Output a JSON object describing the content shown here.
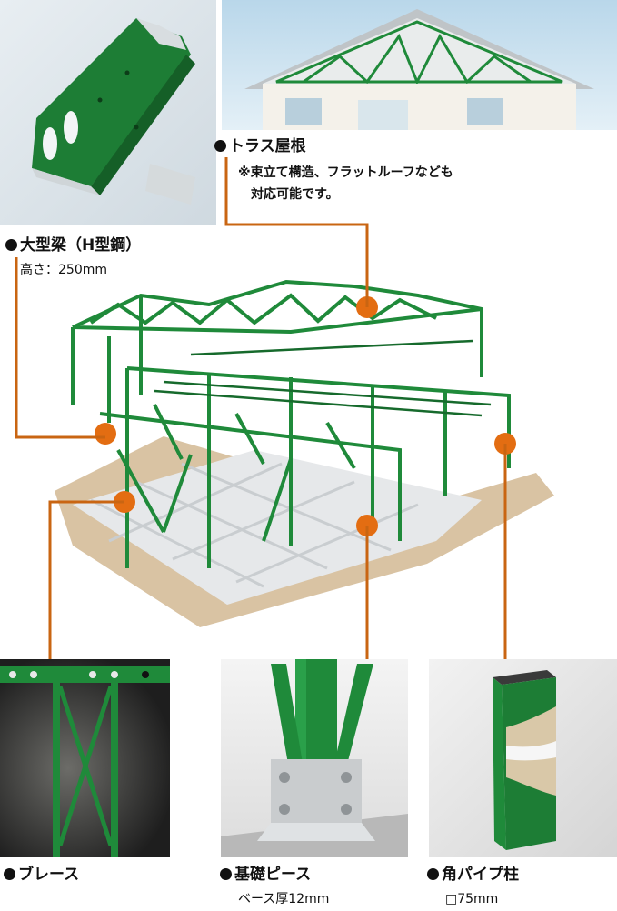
{
  "truss_roof": {
    "title": "トラス屋根",
    "note_line1": "※束立て構造、フラットルーフなども",
    "note_line2": "対応可能です。"
  },
  "beam": {
    "title": "大型梁（H型鋼）",
    "spec": "高さ：250mm"
  },
  "brace": {
    "title": "ブレース"
  },
  "foundation_piece": {
    "title": "基礎ピース",
    "spec": "ベース厚12mm"
  },
  "square_pipe_column": {
    "title": "角パイプ柱",
    "spec": "□75mm"
  },
  "colors": {
    "steel_green": "#1f8a3a",
    "callout_orange": "#e36d12",
    "leader_orange": "#c96512"
  }
}
